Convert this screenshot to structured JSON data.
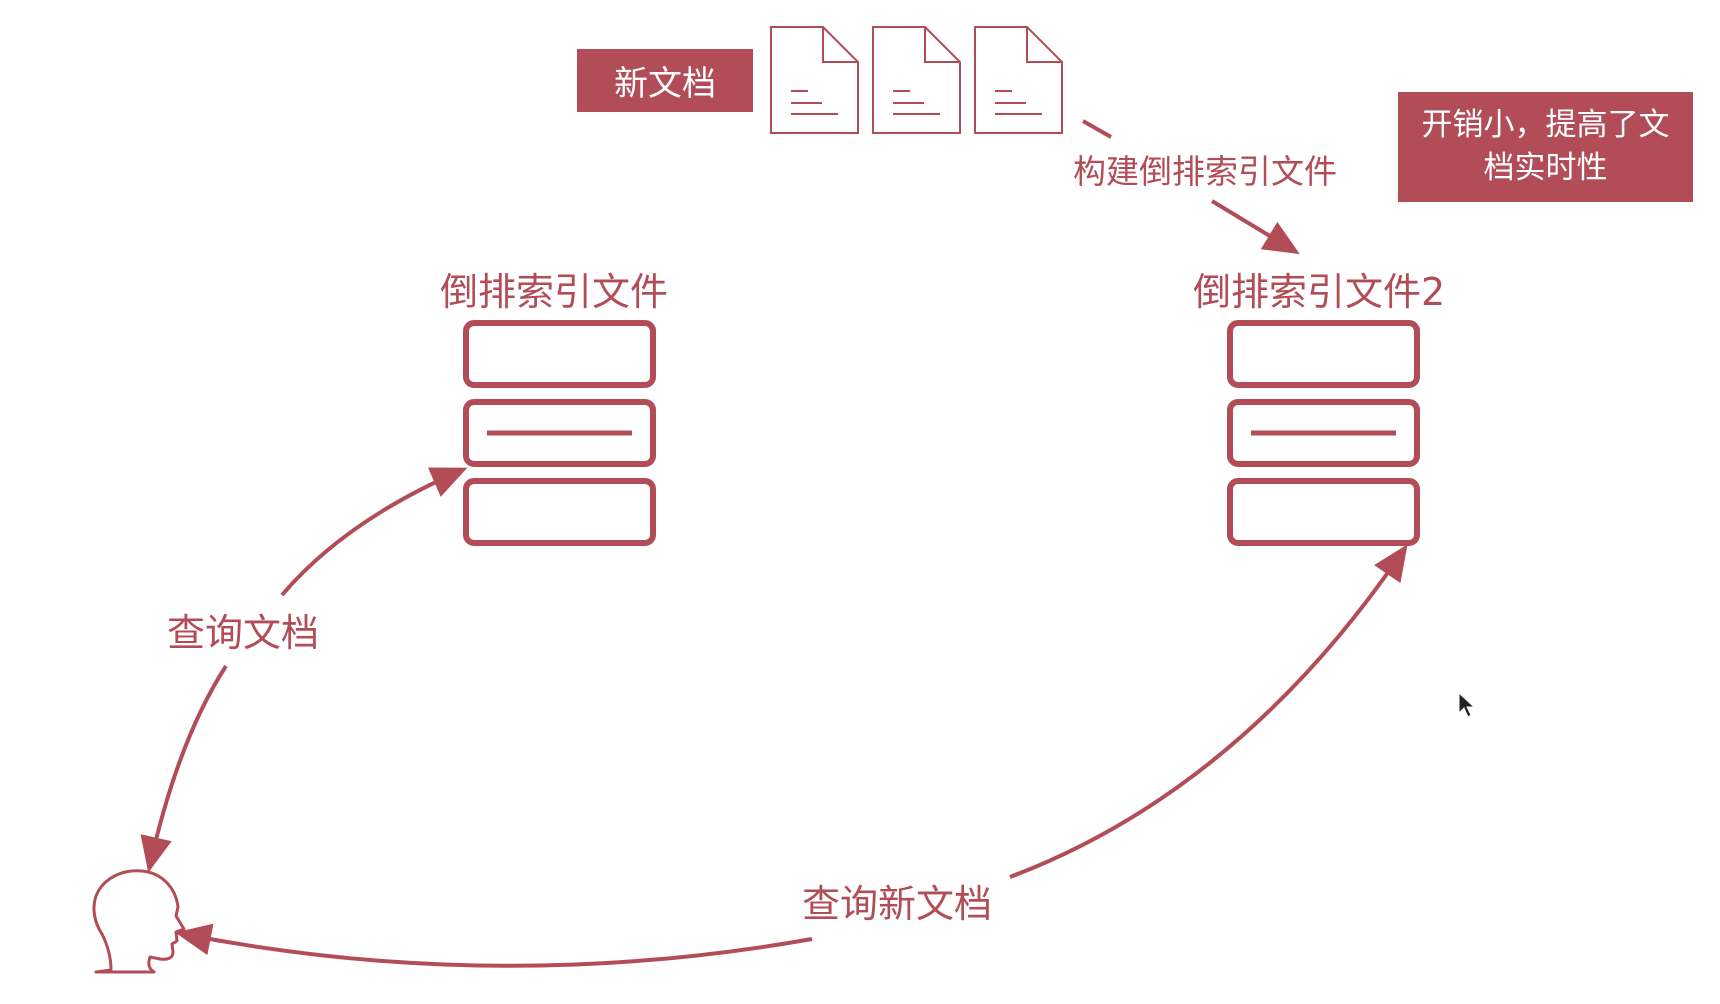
{
  "new_doc_badge": "新文档",
  "cost_note": "开销小，提高了文\n档实时性",
  "build_label": "构建倒排索引文件",
  "index1_title": "倒排索引文件",
  "index2_title": "倒排索引文件2",
  "query_label": "查询文档",
  "query_new_label": "查询新文档",
  "icons": [
    "document-icon",
    "document-icon",
    "document-icon",
    "user-head-icon",
    "mouse-cursor-icon"
  ],
  "colors": {
    "accent": "#b24d57",
    "background": "#ffffff"
  }
}
